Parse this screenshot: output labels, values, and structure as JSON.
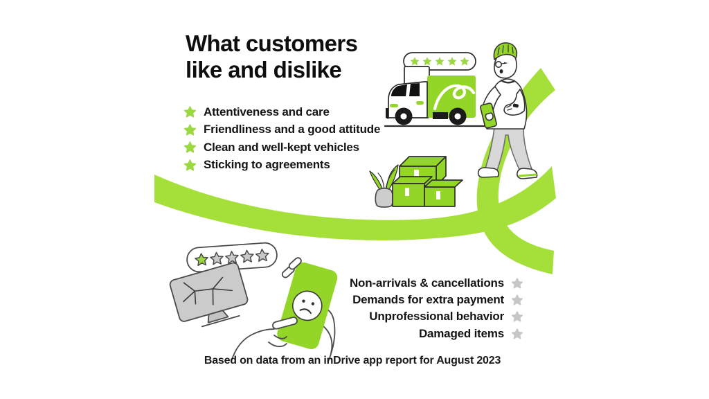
{
  "title": {
    "line1": "What customers",
    "line2": "like and dislike"
  },
  "likes": {
    "items": [
      "Attentiveness and care",
      "Friendliness and a good attitude",
      "Clean and well-kept vehicles",
      "Sticking to agreements"
    ]
  },
  "dislikes": {
    "items": [
      "Non-arrivals & cancellations",
      "Demands for extra payment",
      "Unprofessional behavior",
      "Damaged items"
    ]
  },
  "ratings": {
    "truck_rating": {
      "filled": 5,
      "total": 5
    },
    "bad_rating": {
      "filled": 1,
      "total": 5
    }
  },
  "footer": {
    "text": "Based on data from an inDrive app report for August 2023"
  },
  "colors": {
    "green": "#94d627",
    "green_swoosh": "#a5e03a",
    "star_green": "#9cd841",
    "star_gray": "#c6c6c6",
    "gray_fill": "#cbcbcb",
    "outline": "#3a3a3a",
    "text": "#141414"
  }
}
